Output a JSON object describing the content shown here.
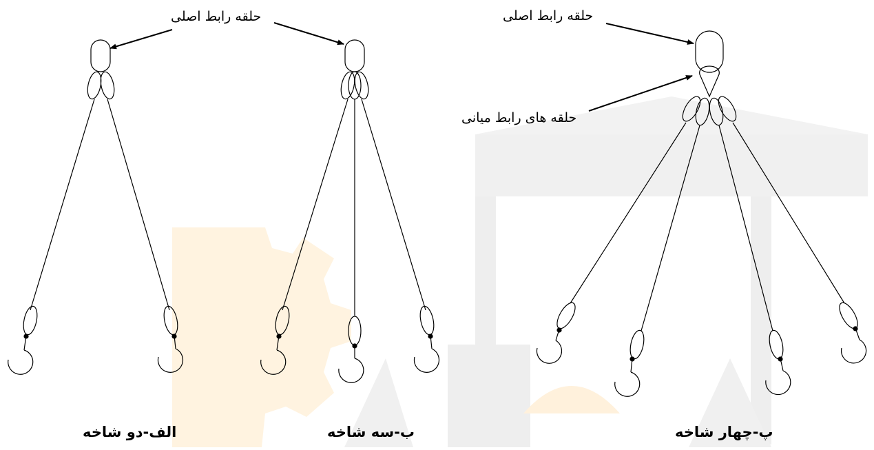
{
  "labels": {
    "main_ring_a": "حلقه رابط اصلی",
    "main_ring_c": "حلقه رابط اصلی",
    "intermediate_rings": "حلقه های رابط میانی"
  },
  "captions": {
    "two_leg": "الف-دو شاخه",
    "three_leg": "ب-سه شاخه",
    "four_leg": "پ-چهار شاخه"
  },
  "colors": {
    "stroke": "#000000",
    "watermark_gray": "#eeeeee",
    "watermark_orange": "#fff1dc"
  }
}
